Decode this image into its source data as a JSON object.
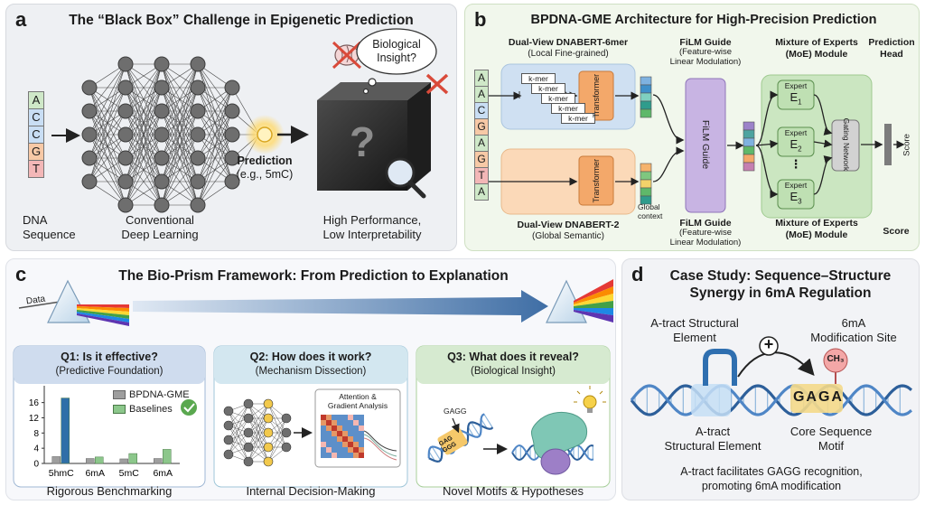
{
  "panel_a": {
    "letter": "a",
    "title": "The “Black Box” Challenge in Epigenetic Prediction",
    "sequence": [
      "A",
      "C",
      "C",
      "G",
      "T"
    ],
    "sequence_colors": [
      "#cfe8c8",
      "#c9def4",
      "#c9def4",
      "#f7c9a6",
      "#f3b7b7"
    ],
    "dna_label": [
      "DNA",
      "Sequence"
    ],
    "network_label": [
      "Conventional",
      "Deep Learning"
    ],
    "prediction_label": "Prediction",
    "prediction_example": "(e.g., 5mC)",
    "bubble_text": [
      "Biological",
      "Insight?"
    ],
    "box_symbol": "?",
    "perf_label": [
      "High Performance,",
      "Low Interpretability"
    ]
  },
  "panel_b": {
    "letter": "b",
    "title": "BPDNA-GME Architecture for High-Precision Prediction",
    "sequence": [
      "A",
      "A",
      "C",
      "G",
      "A",
      "G",
      "T",
      "A"
    ],
    "sequence_colors": [
      "#cfe8c8",
      "#cfe8c8",
      "#c9def4",
      "#f7c9a6",
      "#cfe8c8",
      "#f7c9a6",
      "#f3b7b7",
      "#cfe8c8"
    ],
    "top_branch_title": "Dual-View DNABERT-6mer",
    "top_branch_sub": "(Local Fine-grained)",
    "kmer_label": "k-mer",
    "transformer_label": "Transformer",
    "bottom_branch_title": "Dual-View DNABERT-2",
    "bottom_branch_sub": "(Global Semantic)",
    "global_context": [
      "Global",
      "context"
    ],
    "film_title": "FiLM Guide",
    "film_sub": [
      "(Feature-wise",
      "Linear Modulation)"
    ],
    "film_box_label": "FiLM Guide",
    "moe_title": [
      "Mixture of Experts",
      "(MoE) Module"
    ],
    "expert_label": "Expert",
    "expert_names": [
      "E",
      "E",
      "E"
    ],
    "expert_subs": [
      "1",
      "2",
      "3"
    ],
    "dots": "⋮",
    "gating_label": "Gating Network",
    "head_title": [
      "Prediction",
      "Head"
    ],
    "score_label": "Score",
    "bottom_score": "Score"
  },
  "panel_c": {
    "letter": "c",
    "title": "The Bio-Prism Framework: From Prediction to Explanation",
    "data_label": "Data",
    "q1": {
      "title": "Q1: Is it effective?",
      "sub": "(Predictive Foundation)",
      "footer": "Rigorous Benchmarking"
    },
    "q2": {
      "title": "Q2: How does it work?",
      "sub": "(Mechanism Dissection)",
      "footer": "Internal Decision-Making",
      "analysis": [
        "Attention &",
        "Gradient Analysis"
      ]
    },
    "q3": {
      "title": "Q3: What does it reveal?",
      "sub": "(Biological Insight)",
      "footer": "Novel Motifs & Hypotheses",
      "motif": "GAGG",
      "dna_motif": "GAG GGG"
    }
  },
  "panel_d": {
    "letter": "d",
    "title": [
      "Case Study: Sequence–Structure",
      "Synergy in 6mA Regulation"
    ],
    "element_top": [
      "A-tract Structural",
      "Element"
    ],
    "site_label": [
      "6mA",
      "Modification Site"
    ],
    "methyl_label": "CH₃",
    "plus_symbol": "+",
    "motif_letters": [
      "G",
      "A",
      "G",
      "A"
    ],
    "element_bottom": [
      "A-tract",
      "Structural Element"
    ],
    "core_label": [
      "Core Sequence",
      "Motif"
    ],
    "caption": [
      "A-tract facilitates GAGG recognition,",
      "promoting 6mA modification"
    ]
  },
  "chart_data": {
    "type": "bar",
    "categories": [
      "5hmC",
      "6mA",
      "5mC",
      "6mA"
    ],
    "series": [
      {
        "name": "BPDNA-GME",
        "values": [
          1.8,
          1.3,
          1.2,
          1.3
        ]
      },
      {
        "name": "Baselines",
        "values": [
          17.2,
          1.7,
          2.6,
          3.7
        ]
      }
    ],
    "yticks": [
      0,
      4,
      8,
      12,
      16
    ],
    "ylim": [
      0,
      19
    ],
    "colors": [
      "#9e9e9e",
      "#8cc78b",
      "#2f6fa8"
    ],
    "legend": "top-right"
  }
}
